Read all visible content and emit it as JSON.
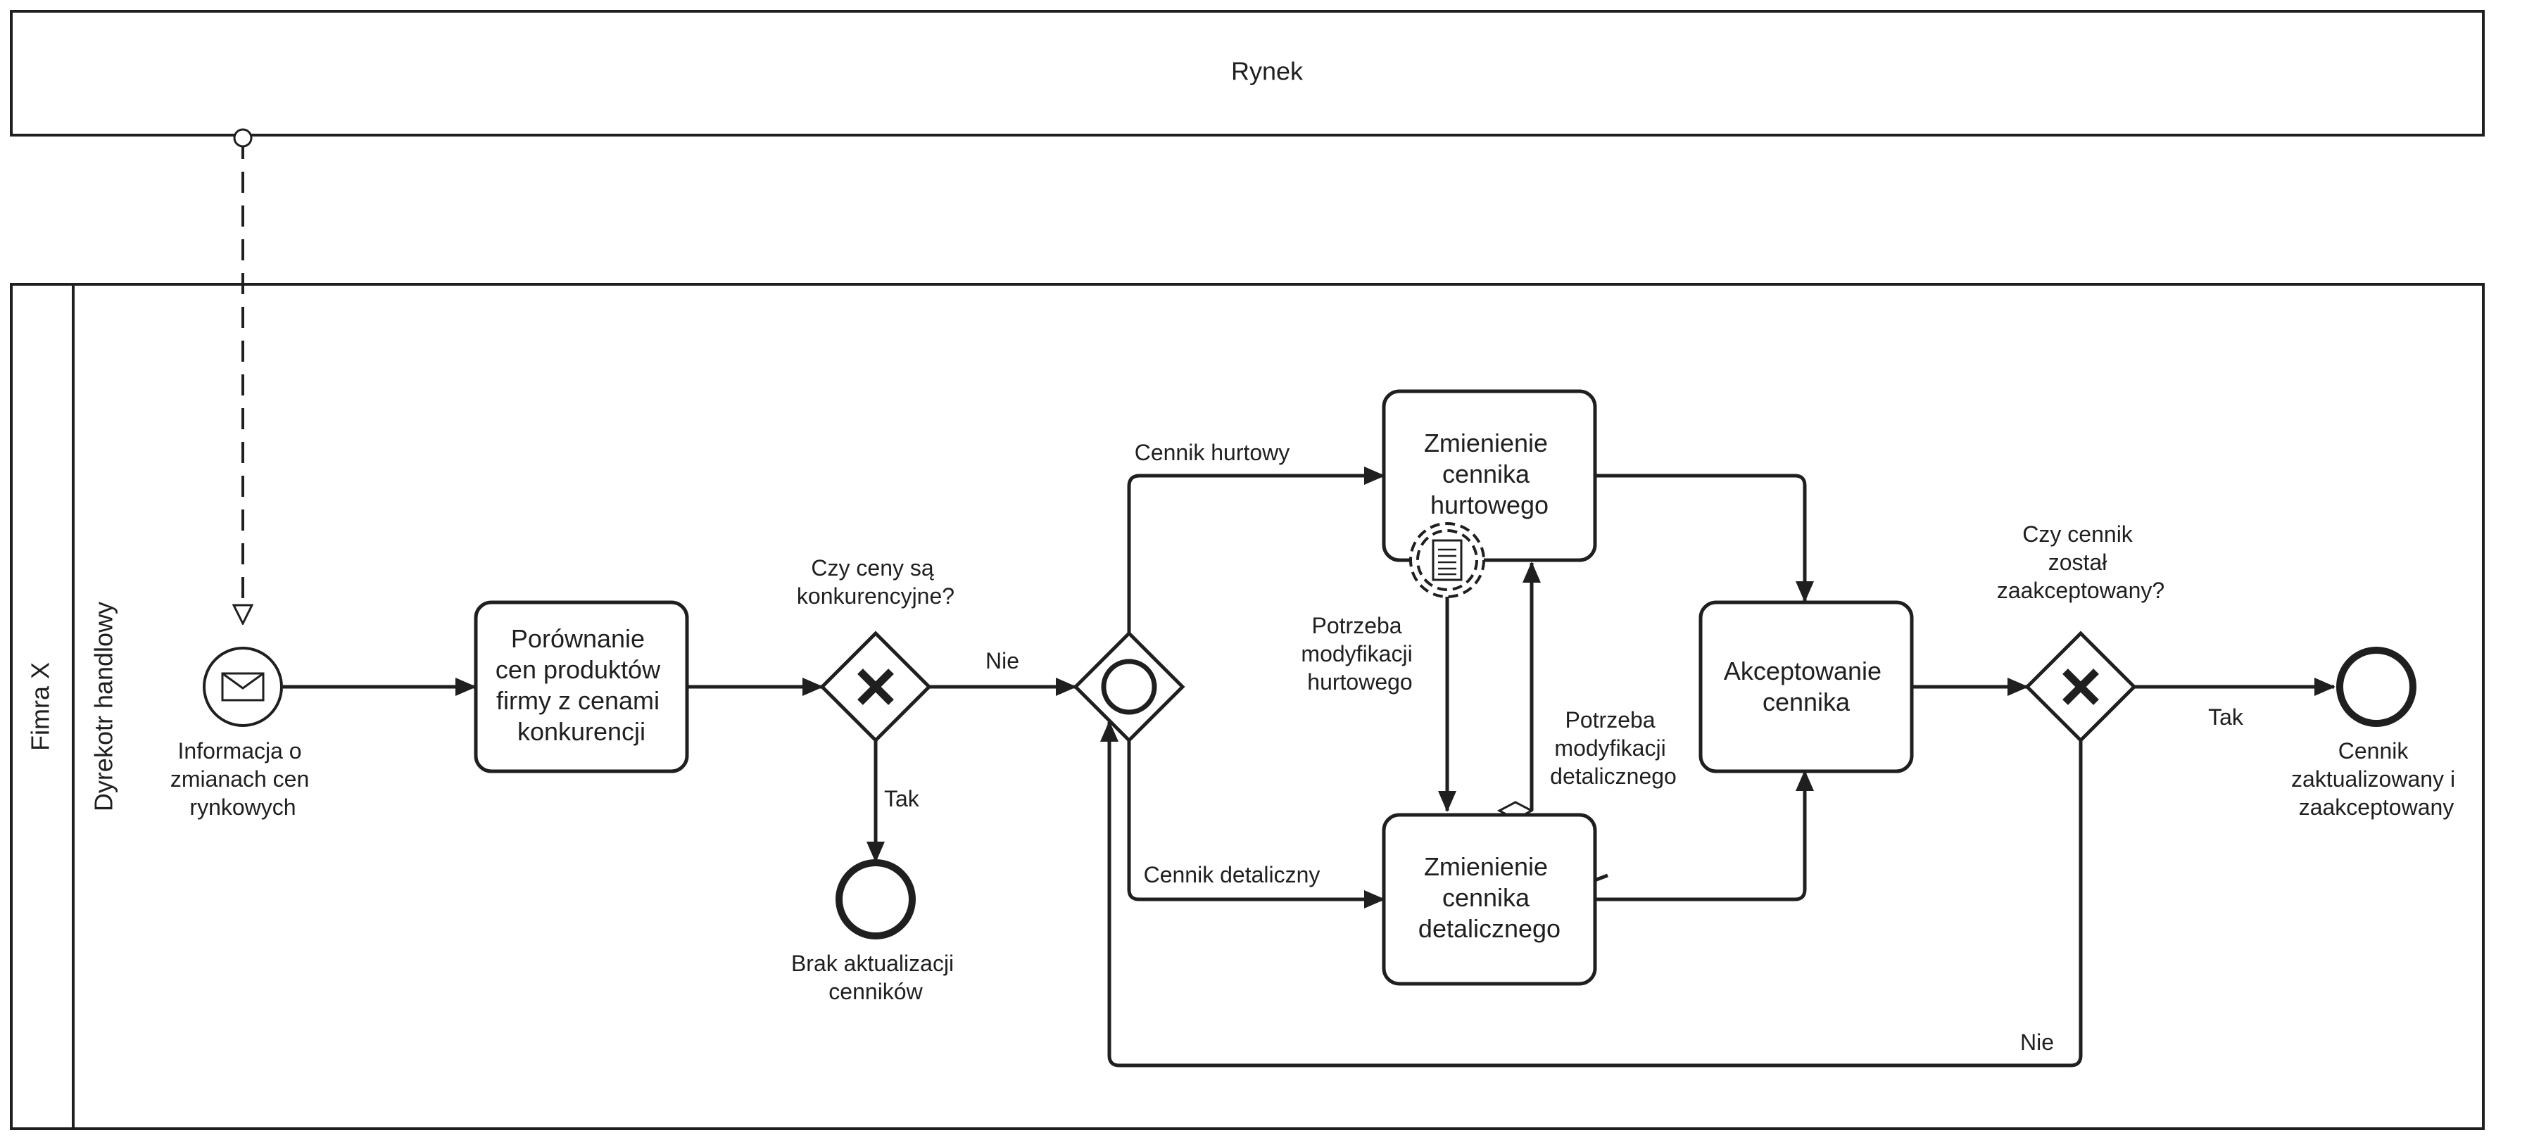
{
  "pools": {
    "market": {
      "label": "Rynek"
    },
    "company": {
      "label": "Fimra X",
      "lane": {
        "label": "Dyrekotr handlowy"
      }
    }
  },
  "events": {
    "start": {
      "type": "message-start",
      "label": [
        "Informacja o",
        "zmianach cen",
        "rynkowych"
      ]
    },
    "end_no_update": {
      "type": "end",
      "label": [
        "Brak aktualizacji",
        "cenników"
      ]
    },
    "end_done": {
      "type": "end",
      "label": [
        "Cennik",
        "zaktualizowany i",
        "zaakceptowany"
      ]
    }
  },
  "tasks": {
    "compare": {
      "label": [
        "Porównanie",
        "cen produktów",
        "firmy z cenami",
        "konkurencji"
      ]
    },
    "wholesale": {
      "label": [
        "Zmienienie",
        "cennika",
        "hurtowego"
      ],
      "marker": "document-event"
    },
    "retail": {
      "label": [
        "Zmienienie",
        "cennika",
        "detalicznego"
      ]
    },
    "accept": {
      "label": [
        "Akceptowanie",
        "cennika"
      ]
    }
  },
  "gateways": {
    "competitive": {
      "type": "exclusive",
      "label": [
        "Czy ceny są",
        "konkurencyjne?"
      ]
    },
    "inclusive": {
      "type": "inclusive"
    },
    "accepted": {
      "type": "exclusive",
      "label": [
        "Czy cennik",
        "został",
        "zaakceptowany?"
      ]
    }
  },
  "flows": {
    "no1": "Nie",
    "yes1": "Tak",
    "wholesale_price": "Cennik hurtowy",
    "retail_price": "Cennik detaliczny",
    "need_wholesale": [
      "Potrzeba",
      "modyfikacji",
      "hurtowego"
    ],
    "need_retail": [
      "Potrzeba",
      "modyfikacji",
      "detalicznego"
    ],
    "yes2": "Tak",
    "no2": "Nie"
  },
  "colors": {
    "stroke": "#1f1f1f",
    "background": "#ffffff"
  }
}
